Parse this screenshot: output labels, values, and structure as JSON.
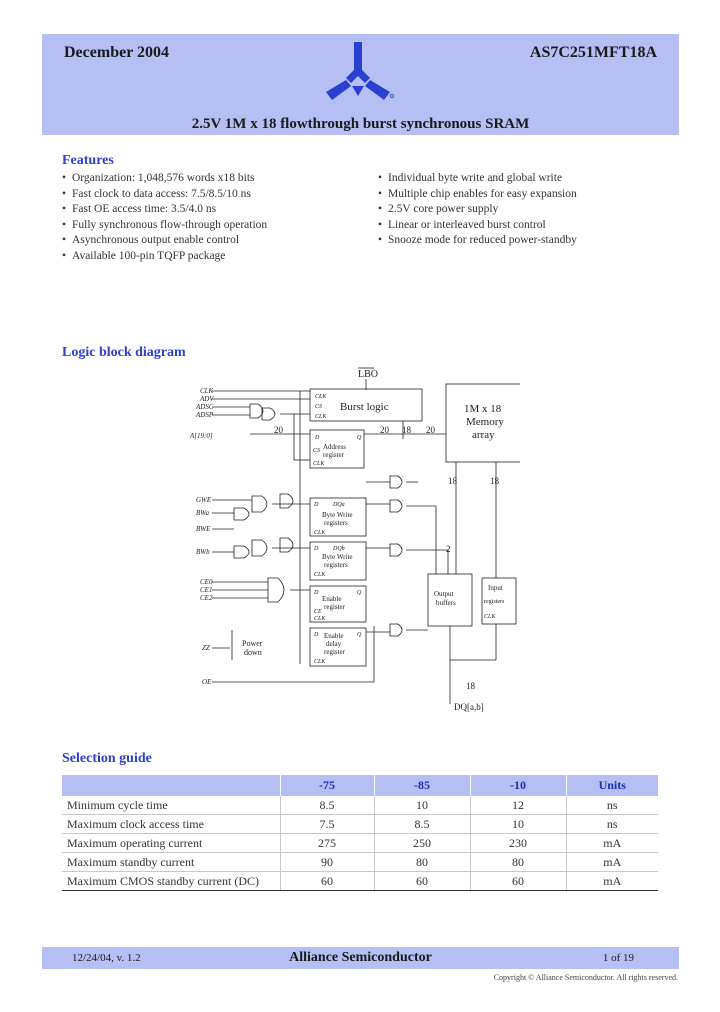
{
  "header": {
    "date": "December 2004",
    "part_number": "AS7C251MFT18A",
    "subtitle": "2.5V 1M x 18 flowthrough burst synchronous SRAM",
    "logo_icon": "alliance-tri-arrow-logo-icon",
    "brand_color": "#2b3fd0",
    "band_color": "#b5bff4"
  },
  "features": {
    "title": "Features",
    "left": [
      "Organization: 1,048,576 words x18 bits",
      "Fast clock to data access: 7.5/8.5/10 ns",
      "Fast OE access time: 3.5/4.0 ns",
      "Fully synchronous flow-through operation",
      "Asynchronous output enable control",
      "Available 100-pin TQFP package"
    ],
    "right": [
      "Individual byte write and global write",
      "Multiple chip enables for easy expansion",
      "2.5V core power supply",
      "Linear or interleaved burst control",
      "Snooze mode for reduced power-standby"
    ]
  },
  "diagram": {
    "title": "Logic block diagram",
    "lbo": "LBO",
    "burst_logic": "Burst logic",
    "memory": [
      "1M x 18",
      "Memory",
      "array"
    ],
    "address_register": [
      "Address",
      "register"
    ],
    "byte_write_a": [
      "Byte Write",
      "registers"
    ],
    "byte_write_b": [
      "Byte Write",
      "registers"
    ],
    "enable_register": [
      "Enable",
      "register"
    ],
    "enable_delay": [
      "Enable",
      "delay",
      "register"
    ],
    "output_buffers": [
      "Output",
      "buffers"
    ],
    "input_registers": [
      "Input",
      "registers"
    ],
    "power_down": [
      "Power",
      "down"
    ],
    "inputs": [
      "CLK",
      "ADV",
      "ADSC",
      "ADSP",
      "A[19:0]",
      "GWE",
      "BWa",
      "BWE",
      "BWb",
      "CE0",
      "CE1",
      "CE2",
      "ZZ",
      "OE"
    ],
    "port_labels": {
      "clk": "CLK",
      "cs": "CS",
      "d": "D",
      "q": "Q",
      "cs_short": "CS",
      "ce": "CE",
      "dqa": "DQa",
      "dqb": "DQb",
      "clk_out": "CLK"
    },
    "bus_widths": [
      "20",
      "20",
      "18",
      "20",
      "18",
      "18",
      "2",
      "18"
    ],
    "dq_label": "DQ[a,b]"
  },
  "selection_guide": {
    "title": "Selection guide",
    "columns": [
      "",
      "-75",
      "-85",
      "-10",
      "Units"
    ],
    "rows": [
      [
        "Minimum cycle time",
        "8.5",
        "10",
        "12",
        "ns"
      ],
      [
        "Maximum clock access time",
        "7.5",
        "8.5",
        "10",
        "ns"
      ],
      [
        "Maximum operating current",
        "275",
        "250",
        "230",
        "mA"
      ],
      [
        "Maximum standby current",
        "90",
        "80",
        "80",
        "mA"
      ],
      [
        "Maximum CMOS standby current (DC)",
        "60",
        "60",
        "60",
        "mA"
      ]
    ]
  },
  "footer": {
    "date": "12/24/04, v. 1.2",
    "company": "Alliance Semiconductor",
    "page": "1 of 19",
    "copyright": "Copyright © Alliance Semiconductor. All rights reserved."
  }
}
